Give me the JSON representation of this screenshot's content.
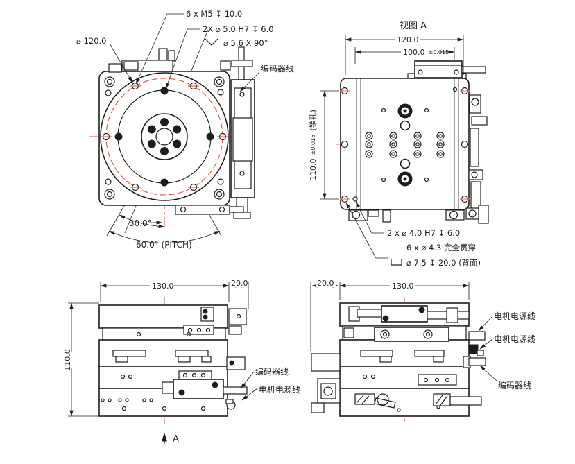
{
  "colors": {
    "ink": "#1d1d1b",
    "centerline": "#dc523a",
    "centerline-soft": "#f0907a"
  },
  "view_plan": {
    "callout_m5": "6 x M5 ↧ 10.0",
    "callout_ream": "2X ⌀ 5.0 H7 ↧ 6.0",
    "callout_csk": "⌀ 5.6 X 90°",
    "callout_bolt_circle": "⌀ 120.0",
    "label_encoder": "编码器线",
    "dim_angle_half": "30.0°",
    "dim_angle_pitch": "60.0° (PITCH)"
  },
  "view_a": {
    "title": "视图 A",
    "dim_width": "120.0",
    "dim_bolt_span": "100.0",
    "dim_bolt_tol": "±0.015",
    "dim_pin_span": "110.0",
    "dim_pin_tol": "±0.015",
    "dim_pin_note": "(销孔)",
    "callout_pin": "2 x ⌀ 4.0 H7 ↧ 6.0",
    "callout_thru": "6 x ⌀ 4.3 完全贯穿",
    "callout_cbore": "⌀ 7.5 ↧ 20.0 (背面)"
  },
  "view_side_left": {
    "dim_length": "130.0",
    "dim_overhang": "20.0",
    "dim_height": "110.0",
    "label_encoder": "编码器线",
    "label_motor": "电机电源线",
    "view_arrow": "A"
  },
  "view_side_right": {
    "dim_overhang": "20.0",
    "dim_length": "130.0",
    "label_motor_top": "电机电源线",
    "label_motor_mid": "电机电源线",
    "label_encoder": "编码器线"
  }
}
